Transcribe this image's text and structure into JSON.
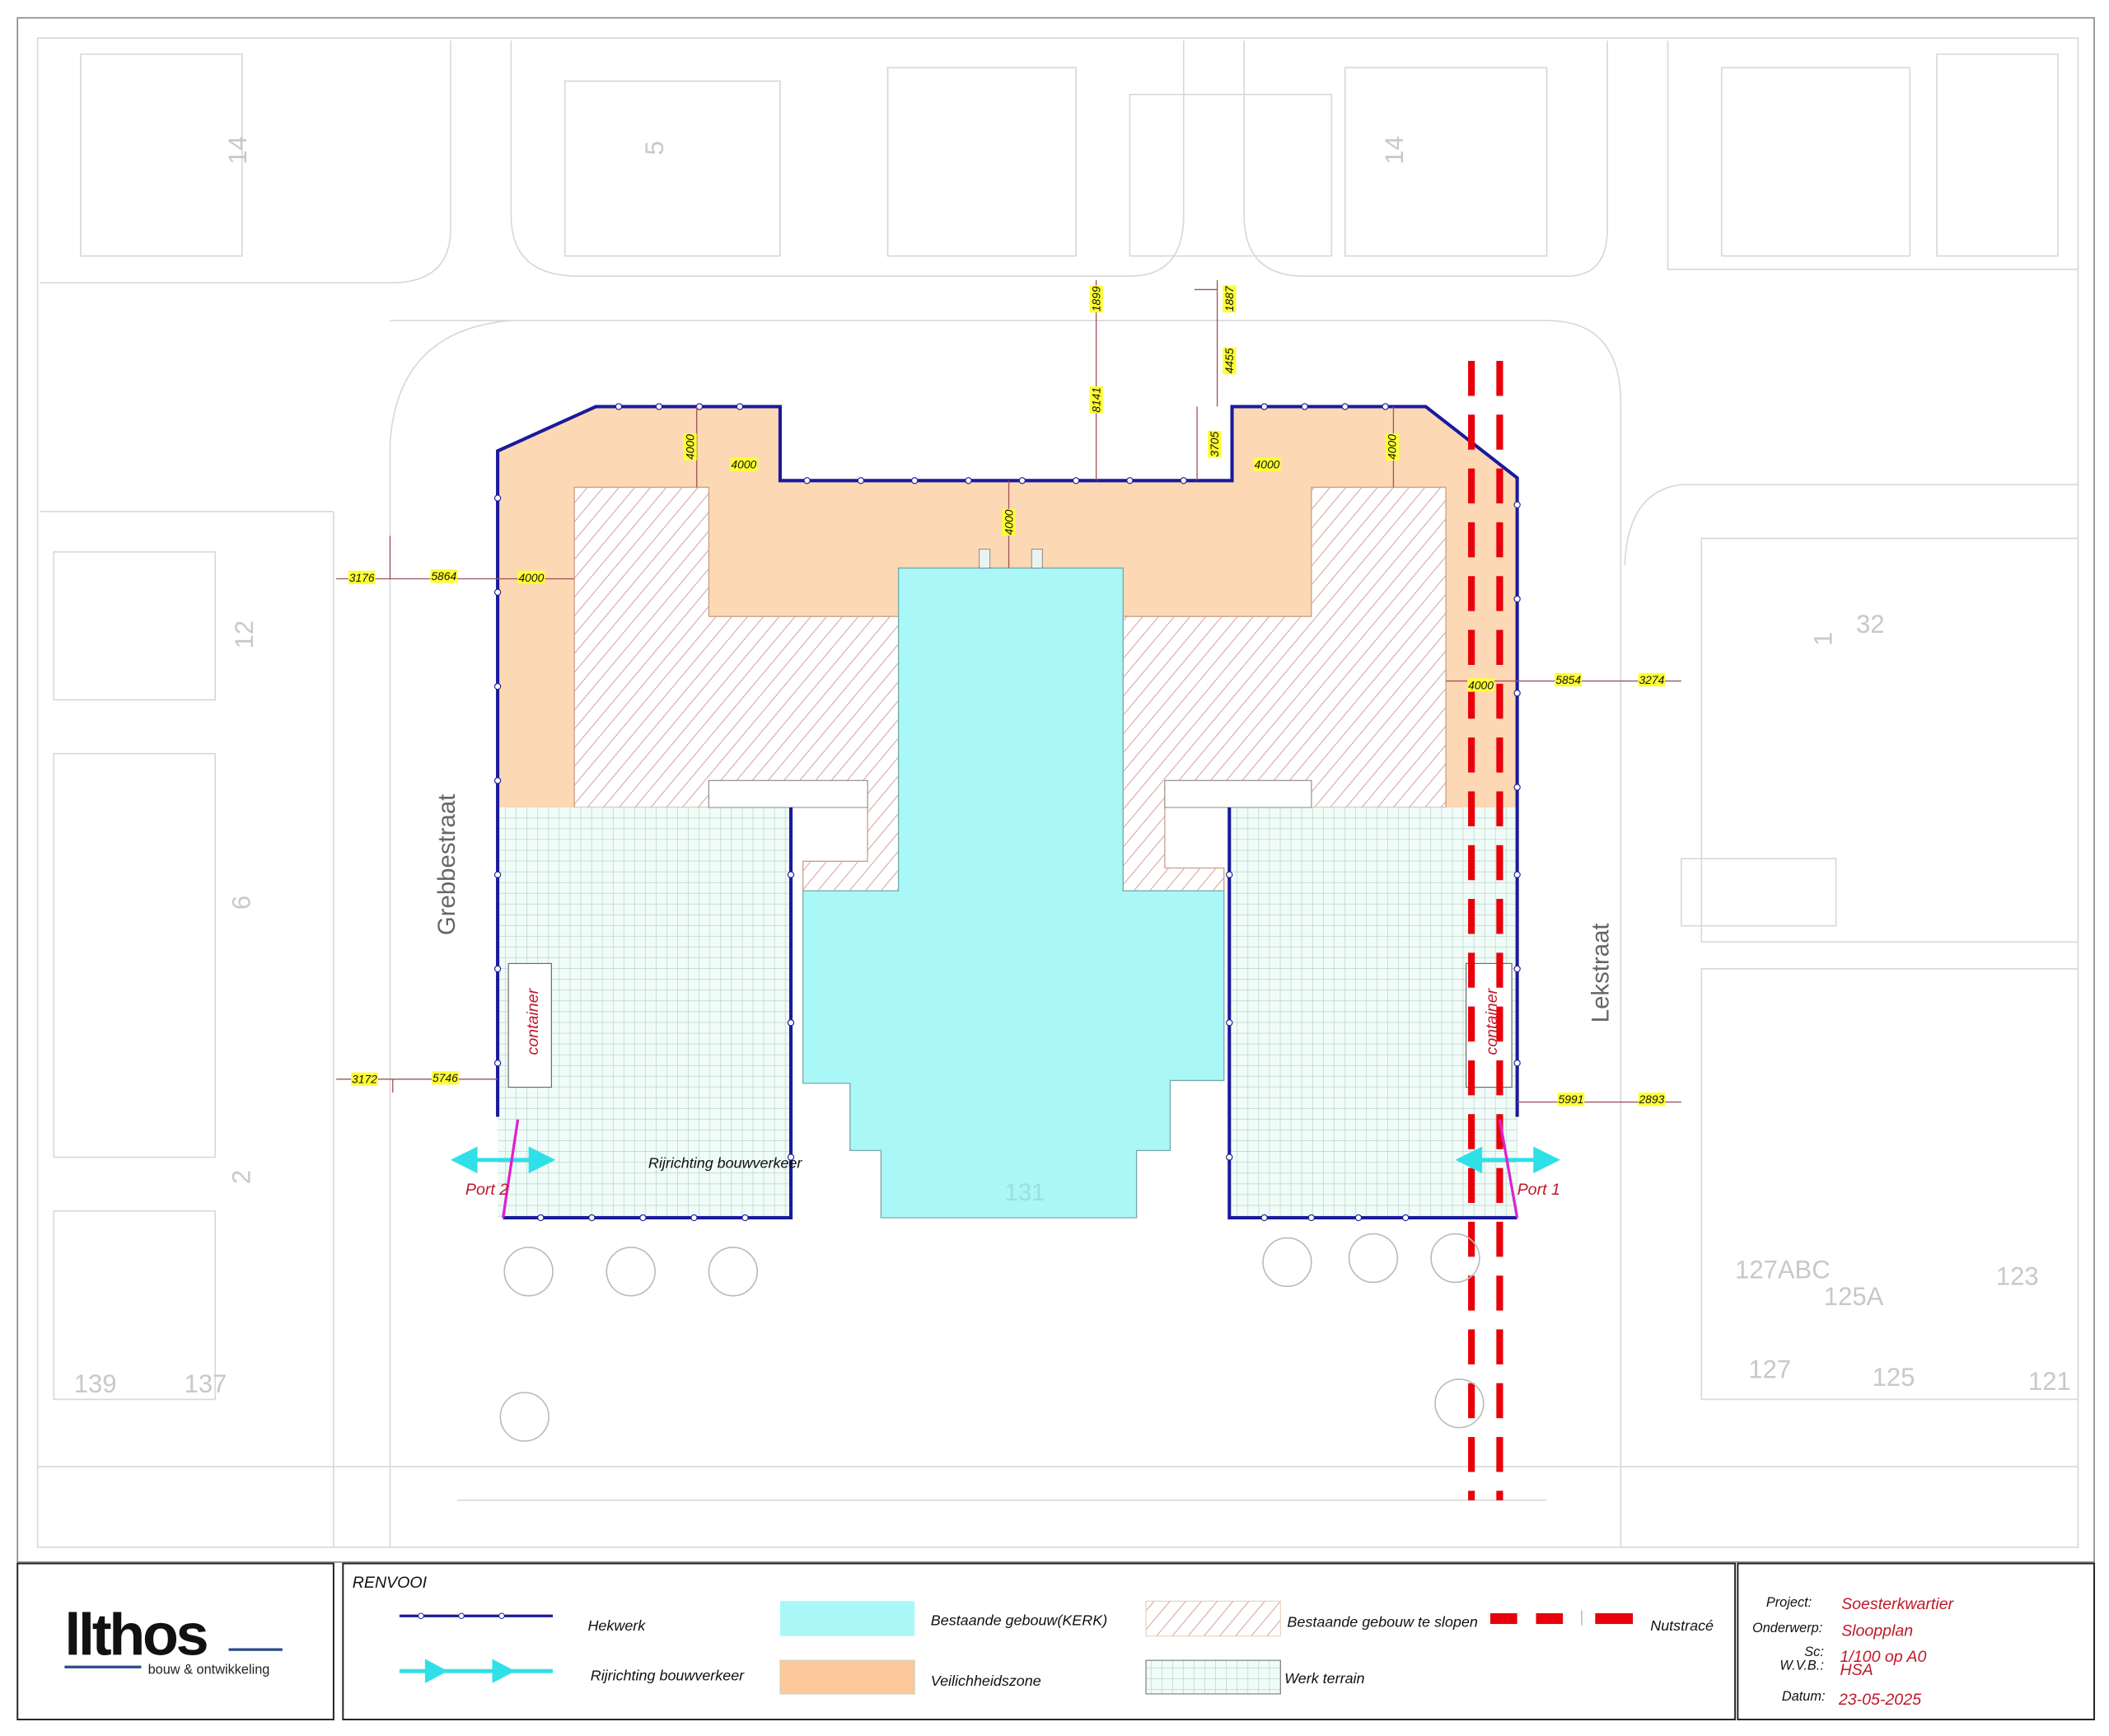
{
  "plan": {
    "streets": [
      "Grebbestraat",
      "Lekstraat"
    ],
    "house_numbers": [
      "14",
      "5",
      "14",
      "12",
      "6",
      "2",
      "1",
      "32",
      "127ABC",
      "125A",
      "123",
      "127",
      "125",
      "121",
      "139",
      "137"
    ],
    "building_number": "131",
    "dimensions": {
      "top_1899": "1899",
      "top_1887": "1887",
      "top_4455": "4455",
      "top_8141": "8141",
      "top_3705": "3705",
      "zone_left_top": "4000",
      "zone_left_h": "4000",
      "zone_center": "4000",
      "zone_right_h": "4000",
      "zone_right_top": "4000",
      "left_upper_a": "3176",
      "left_upper_b": "5864",
      "left_upper_zone": "4000",
      "right_upper_zone": "4000",
      "right_upper_a": "5854",
      "right_upper_b": "3274",
      "left_lower_a": "3172",
      "left_lower_b": "5746",
      "right_lower_a": "5991",
      "right_lower_b": "2893"
    },
    "container_label": "container",
    "port_left": "Port 2",
    "port_right": "Port 1",
    "traffic_label": "Rijrichting bouwverkeer"
  },
  "logo": {
    "name": "llthos",
    "tagline": "bouw & ontwikkeling"
  },
  "legend": {
    "title": "RENVOOI",
    "items": [
      {
        "label": "Hekwerk",
        "symbol": "fence-line"
      },
      {
        "label": "Rijrichting bouwverkeer",
        "symbol": "traffic-arrow"
      },
      {
        "label": "Bestaande gebouw(KERK)",
        "symbol": "swatch",
        "color": "#aaf7f8"
      },
      {
        "label": "Veilichheidszone",
        "symbol": "swatch",
        "color": "#fcc99a"
      },
      {
        "label": "Bestaande gebouw te slopen",
        "symbol": "hatch"
      },
      {
        "label": "Werk terrain",
        "symbol": "grid"
      },
      {
        "label": "Nutstracé",
        "symbol": "red-dash"
      }
    ]
  },
  "info": {
    "project_label": "Project:",
    "project_value": "Soesterkwartier",
    "subject_label": "Onderwerp:",
    "subject_value": "Sloopplan",
    "scale_label": "Sc:",
    "scale_value": "1/100 op A0",
    "wvb_label": "W.V.B.:",
    "wvb_value": "HSA",
    "date_label": "Datum:",
    "date_value": "23-05-2025"
  },
  "colors": {
    "fence": "#1a1a9c",
    "church": "#aaf7f8",
    "safety": "#fcd3ad",
    "hatch": "#c98a8a",
    "utility": "#e8000b",
    "arrow": "#2fe0e8",
    "text_red": "#c0182a",
    "dim_fill": "#ffff33"
  }
}
